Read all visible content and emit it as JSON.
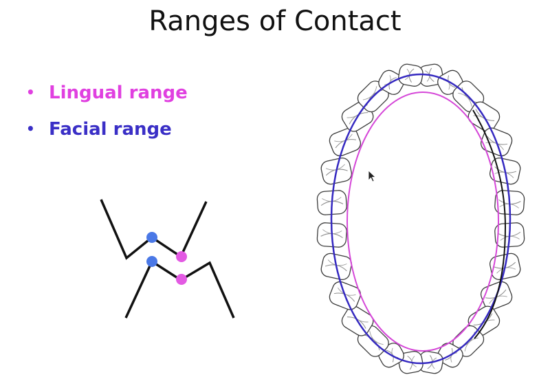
{
  "slide": {
    "title": "Ranges of Contact",
    "bullets": [
      {
        "label": "Lingual range",
        "color": "#e040e0"
      },
      {
        "label": "Facial range",
        "color": "#3a2fc6"
      }
    ]
  },
  "colors": {
    "lingual": "#e35ae3",
    "facial": "#4a78e6",
    "arch_facial_line": "#3428c0",
    "arch_lingual_line": "#d546d8",
    "outline": "#111111"
  },
  "icons": [
    "mouse-cursor-icon"
  ]
}
